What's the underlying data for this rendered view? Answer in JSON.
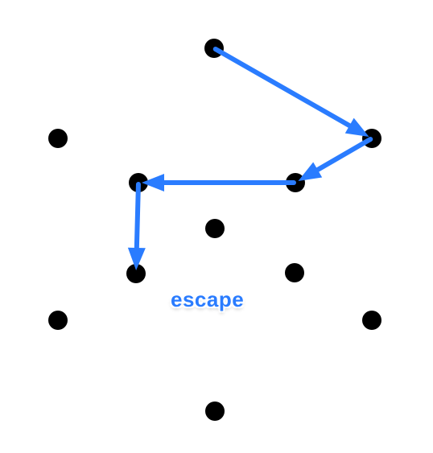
{
  "diagram": {
    "label": "escape",
    "colors": {
      "dot": "#000000",
      "arrow": "#2a7cff",
      "label": "#2a7cff"
    },
    "arrows": [
      {
        "from": "dot-top",
        "to": "dot-right-upper"
      },
      {
        "from": "dot-right-upper",
        "to": "dot-center-right-upper"
      },
      {
        "from": "dot-center-right-upper",
        "to": "dot-center-left-upper"
      },
      {
        "from": "dot-center-left-upper",
        "to": "dot-center-left-lower"
      }
    ]
  }
}
